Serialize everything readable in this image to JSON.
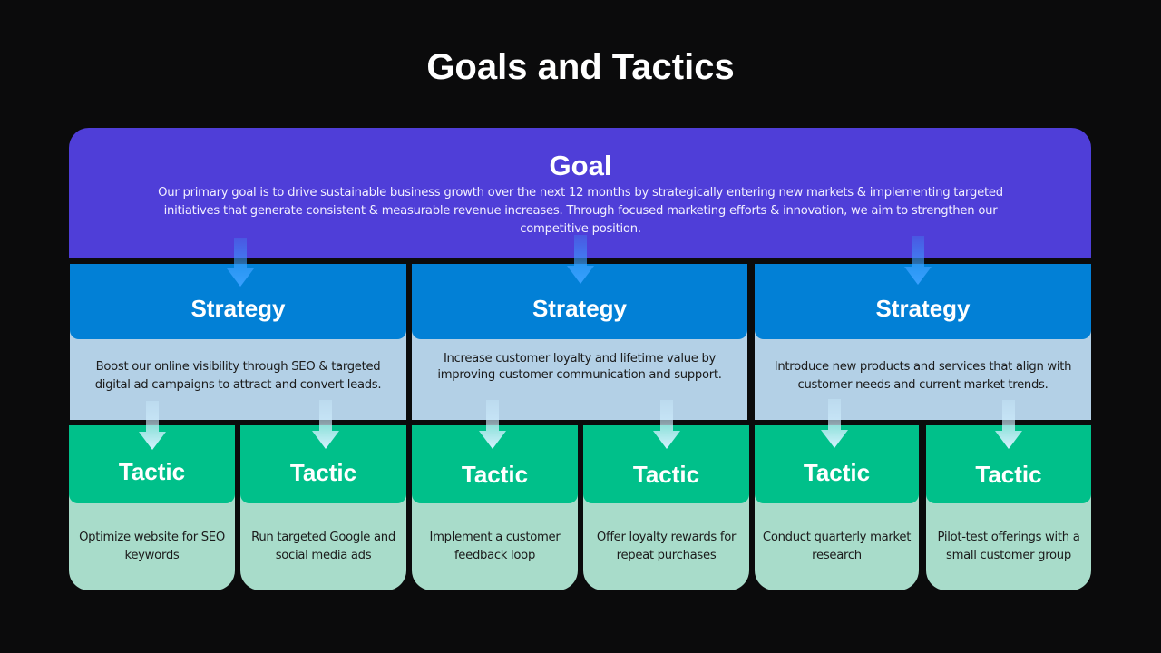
{
  "title": "Goals and Tactics",
  "goal": {
    "heading": "Goal",
    "text": "Our primary goal is to drive sustainable business growth over the next 12 months by strategically entering new markets & implementing targeted initiatives that generate consistent & measurable revenue increases. Through focused marketing efforts & innovation, we aim to strengthen our competitive position."
  },
  "strategies": [
    {
      "label": "Strategy",
      "text": "Boost our online visibility through SEO & targeted digital ad campaigns to attract and convert leads.",
      "tactics": [
        {
          "label": "Tactic",
          "text": "Optimize website for SEO keywords"
        },
        {
          "label": "Tactic",
          "text": "Run targeted Google and social media ads"
        }
      ]
    },
    {
      "label": "Strategy",
      "text": "Increase customer loyalty and lifetime value by improving customer communication and support.",
      "tactics": [
        {
          "label": "Tactic",
          "text": "Implement a customer feedback loop"
        },
        {
          "label": "Tactic",
          "text": "Offer loyalty rewards for repeat purchases"
        }
      ]
    },
    {
      "label": "Strategy",
      "text": "Introduce new products and services that align with customer needs and current market trends.",
      "tactics": [
        {
          "label": "Tactic",
          "text": "Conduct quarterly market research"
        },
        {
          "label": "Tactic",
          "text": "Pilot-test offerings with a small customer group"
        }
      ]
    }
  ],
  "colors": {
    "background": "#0b0b0c",
    "goal": "#4f3ed8",
    "strategy_head": "#0280d6",
    "strategy_body": "#b3d0e6",
    "tactic_head": "#00c08a",
    "tactic_body": "#a8dcca",
    "arrow_blue": "#3aa0ff",
    "arrow_light": "#cdeeff"
  }
}
